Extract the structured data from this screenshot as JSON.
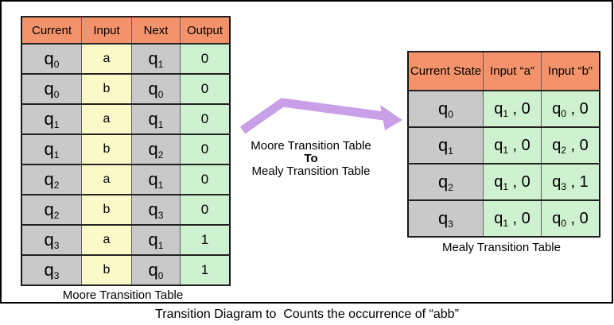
{
  "colors": {
    "header_orange": "#f4936b",
    "state_gray": "#c9c9c9",
    "input_yellow": "#fafac8",
    "output_green": "#cef2cf",
    "arrow_purple": "#c99fe8"
  },
  "moore_table": {
    "caption": "Moore Transition Table",
    "headers": [
      "Current",
      "Input",
      "Next",
      "Output"
    ],
    "rows": [
      [
        "q0",
        "a",
        "q1",
        "0"
      ],
      [
        "q0",
        "b",
        "q0",
        "0"
      ],
      [
        "q1",
        "a",
        "q1",
        "0"
      ],
      [
        "q1",
        "b",
        "q2",
        "0"
      ],
      [
        "q2",
        "a",
        "q1",
        "0"
      ],
      [
        "q2",
        "b",
        "q3",
        "0"
      ],
      [
        "q3",
        "a",
        "q1",
        "1"
      ],
      [
        "q3",
        "b",
        "q0",
        "1"
      ]
    ]
  },
  "transition_label": {
    "line1": "Moore Transition Table",
    "line2": "To",
    "line3": "Mealy Transition Table"
  },
  "mealy_table": {
    "caption": "Mealy Transition Table",
    "headers": [
      "Current State",
      "Input “a”",
      "Input “b”"
    ],
    "rows": [
      [
        "q0",
        "q1 , 0",
        "q0 , 0"
      ],
      [
        "q1",
        "q1 , 0",
        "q2 , 0"
      ],
      [
        "q2",
        "q1 , 0",
        "q3 , 1"
      ],
      [
        "q3",
        "q1 , 0",
        "q0 , 0"
      ]
    ]
  },
  "bottom_caption": "Transition Diagram to  Counts the occurrence of “abb”"
}
